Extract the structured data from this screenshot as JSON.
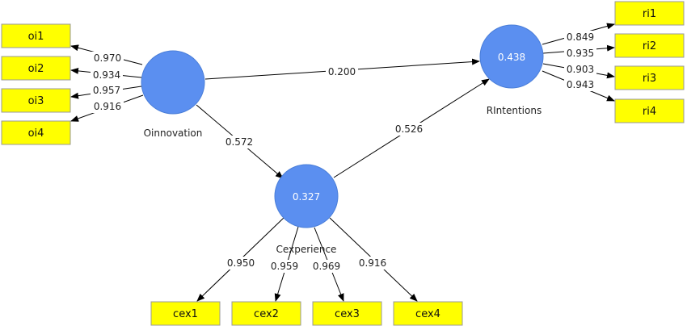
{
  "constructs": [
    {
      "id": "oinnovation",
      "label": "Oinnovation",
      "r2": ""
    },
    {
      "id": "cexperience",
      "label": "Cexperience",
      "r2": "0.327"
    },
    {
      "id": "rintentions",
      "label": "RIntentions",
      "r2": "0.438"
    }
  ],
  "indicators": [
    {
      "id": "oi1",
      "label": "oi1",
      "construct": "oinnovation",
      "loading": "0.970"
    },
    {
      "id": "oi2",
      "label": "oi2",
      "construct": "oinnovation",
      "loading": "0.934"
    },
    {
      "id": "oi3",
      "label": "oi3",
      "construct": "oinnovation",
      "loading": "0.957"
    },
    {
      "id": "oi4",
      "label": "oi4",
      "construct": "oinnovation",
      "loading": "0.916"
    },
    {
      "id": "ri1",
      "label": "ri1",
      "construct": "rintentions",
      "loading": "0.849"
    },
    {
      "id": "ri2",
      "label": "ri2",
      "construct": "rintentions",
      "loading": "0.935"
    },
    {
      "id": "ri3",
      "label": "ri3",
      "construct": "rintentions",
      "loading": "0.903"
    },
    {
      "id": "ri4",
      "label": "ri4",
      "construct": "rintentions",
      "loading": "0.943"
    },
    {
      "id": "cex1",
      "label": "cex1",
      "construct": "cexperience",
      "loading": "0.950"
    },
    {
      "id": "cex2",
      "label": "cex2",
      "construct": "cexperience",
      "loading": "0.959"
    },
    {
      "id": "cex3",
      "label": "cex3",
      "construct": "cexperience",
      "loading": "0.969"
    },
    {
      "id": "cex4",
      "label": "cex4",
      "construct": "cexperience",
      "loading": "0.916"
    }
  ],
  "paths": [
    {
      "id": "oinnovation-rintentions",
      "from": "oinnovation",
      "to": "rintentions",
      "coefficient": "0.200"
    },
    {
      "id": "oinnovation-cexperience",
      "from": "oinnovation",
      "to": "cexperience",
      "coefficient": "0.572"
    },
    {
      "id": "cexperience-rintentions",
      "from": "cexperience",
      "to": "rintentions",
      "coefficient": "0.526"
    }
  ]
}
